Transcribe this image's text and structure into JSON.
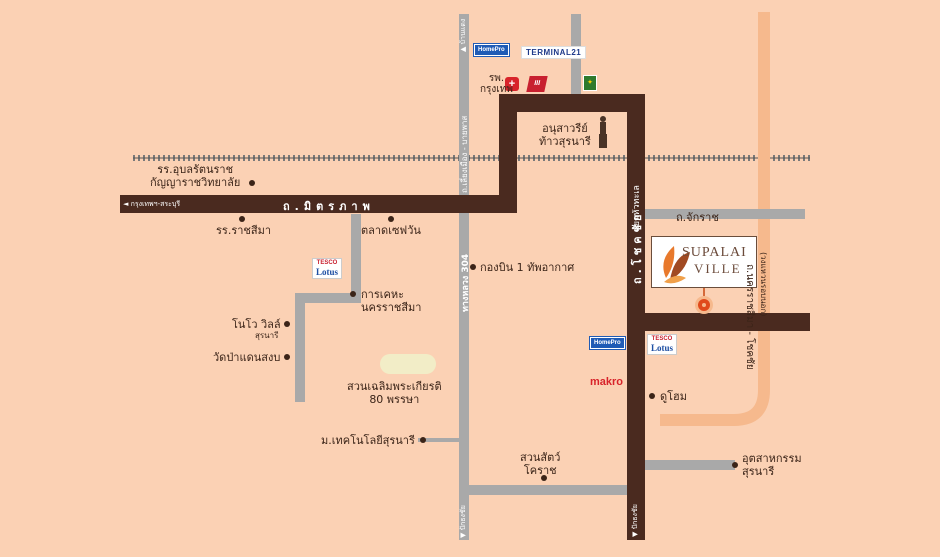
{
  "colors": {
    "background": "#fbd1b4",
    "main_road": "#4a2a1f",
    "secondary_road": "#a9a9a9",
    "highway_orange": "#f6b98d",
    "railway": "#7a7a7a",
    "project_accent": "#e04a1c"
  },
  "roads": {
    "mittraphap": "ถ.มิตรภาพ",
    "mittraphap_direction": "◄ กรุงเทพฯ-สระบุรี",
    "chokchai": "ถ.โชคชัย",
    "chokchai_north": "แยกหัวทะเล",
    "chokchai_south": "▼ ปักธงชัย",
    "highway_304": "ทางหลวง 304",
    "highway_304_mid": "ถ.เลี่ยงเมือง - บายพาส",
    "highway_304_north": "▲ บ้านแดง",
    "highway_304_south": "▼ ปักธงชัย",
    "chakkarat": "ถ.จักราช",
    "outer_ring": "ถ.นครราชสีมา - โชคชัย",
    "outer_ring_sub": "(วงแหวนรอบนอก)"
  },
  "places": {
    "school_ubon": "รร.อุบลรัตนราช\nกัญญาราชวิทยาลัย",
    "school_ratsima": "รร.ราชสีมา",
    "market_safe_one": "ตลาดเซฟวัน",
    "monument": "อนุสาวรีย์\nท้าวสุรนารี",
    "hospital": "รพ.\nกรุงเทพ",
    "wing_6": "กองบิน 1 ทัพอากาศ",
    "gas_authority": "การเคหะ\nนครราชสีมา",
    "novo_ville": "โนโว วิลล์",
    "novo_ville_sub": "สุรนารี",
    "wat": "วัดป่าแดนสงบ",
    "park": "สวนเฉลิมพระเกียรติ\n80 พรรษา",
    "university": "ม.เทคโนโลยีสุรนารี",
    "zoo": "สวนสัตว์\nโคราช",
    "industrial": "อุตสาหกรรม\nสุรนารี",
    "dohome": "ดูโฮม"
  },
  "brands": {
    "homepro": "HomePro",
    "terminal21": "TERMINAL21",
    "tesco_top": "TESCO",
    "tesco_bottom": "Lotus",
    "makro": "makro",
    "supalai_line1": "SUPALAI",
    "supalai_line2": "VILLE"
  }
}
